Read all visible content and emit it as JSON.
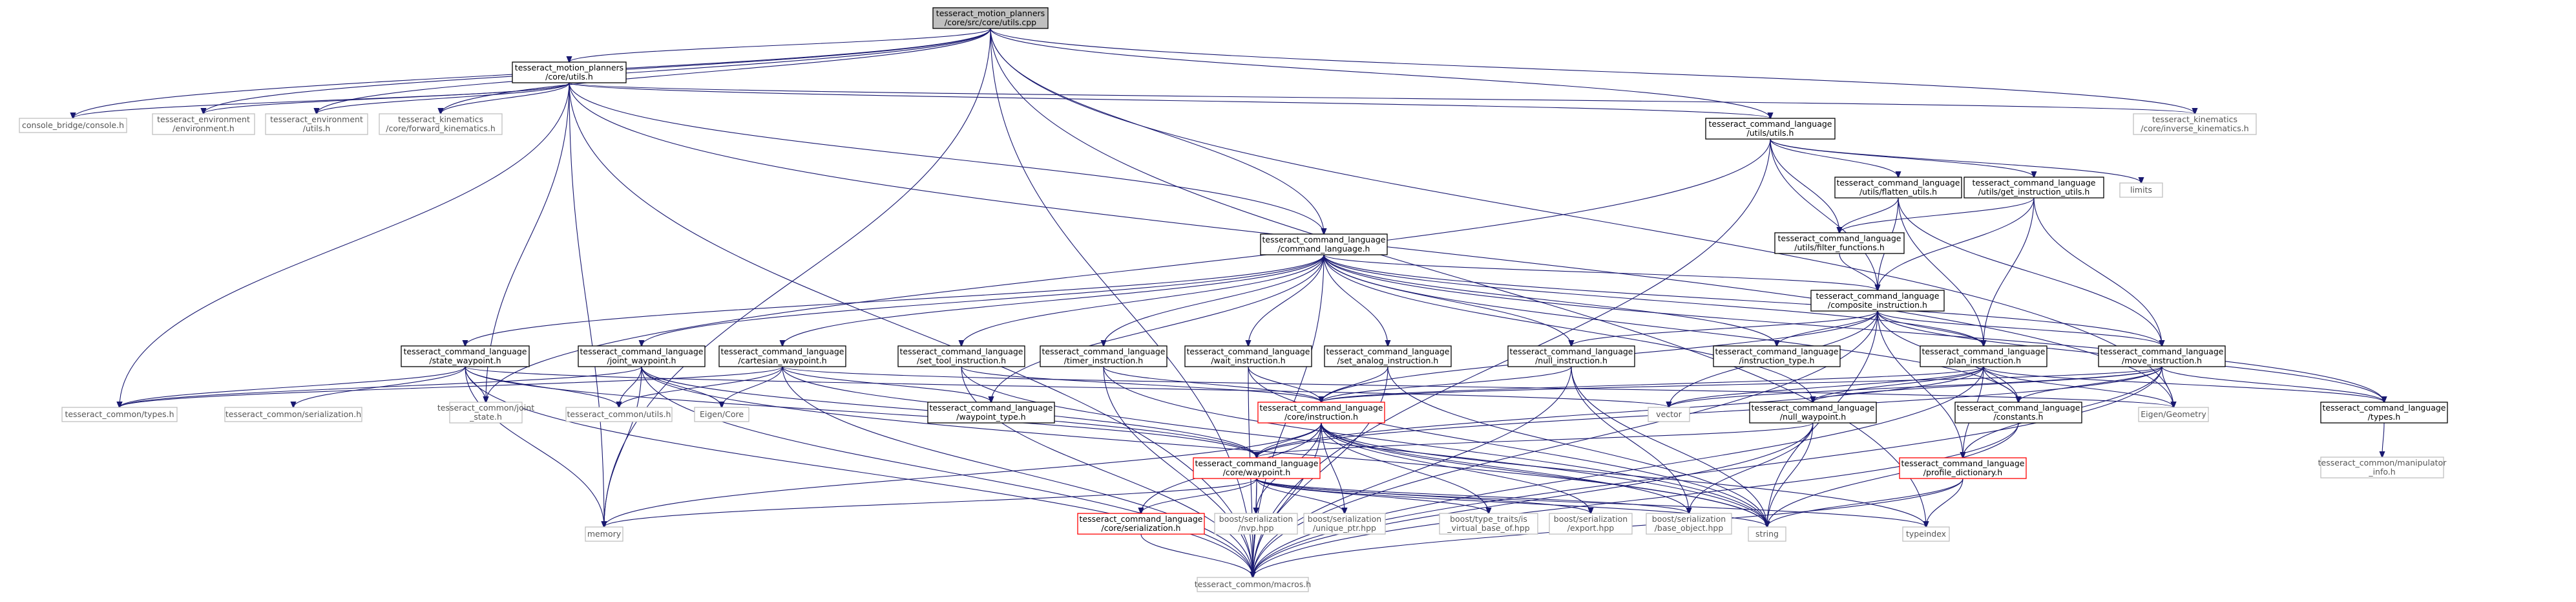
{
  "root": "tesseract_motion_planners/core/src/core/utils.cpp",
  "nodes": [
    {
      "id": "root",
      "lines": [
        "tesseract_motion_planners",
        "/core/src/core/utils.cpp"
      ],
      "kind": "root"
    },
    {
      "id": "core_utils",
      "lines": [
        "tesseract_motion_planners",
        "/core/utils.h"
      ],
      "kind": "doc"
    },
    {
      "id": "console_bridge",
      "lines": [
        "console_bridge/console.h"
      ],
      "kind": "ext"
    },
    {
      "id": "env_environment",
      "lines": [
        "tesseract_environment",
        "/environment.h"
      ],
      "kind": "ext"
    },
    {
      "id": "env_utils",
      "lines": [
        "tesseract_environment",
        "/utils.h"
      ],
      "kind": "ext"
    },
    {
      "id": "kin_fwd",
      "lines": [
        "tesseract_kinematics",
        "/core/forward_kinematics.h"
      ],
      "kind": "ext"
    },
    {
      "id": "kin_inv",
      "lines": [
        "tesseract_kinematics",
        "/core/inverse_kinematics.h"
      ],
      "kind": "ext"
    },
    {
      "id": "cl_utils",
      "lines": [
        "tesseract_command_language",
        "/utils/utils.h"
      ],
      "kind": "doc"
    },
    {
      "id": "limits",
      "lines": [
        "limits"
      ],
      "kind": "ext"
    },
    {
      "id": "flatten_utils",
      "lines": [
        "tesseract_command_language",
        "/utils/flatten_utils.h"
      ],
      "kind": "doc"
    },
    {
      "id": "get_instr_utils",
      "lines": [
        "tesseract_command_language",
        "/utils/get_instruction_utils.h"
      ],
      "kind": "doc"
    },
    {
      "id": "filter_functions",
      "lines": [
        "tesseract_command_language",
        "/utils/filter_functions.h"
      ],
      "kind": "doc"
    },
    {
      "id": "command_language",
      "lines": [
        "tesseract_command_language",
        "/command_language.h"
      ],
      "kind": "doc"
    },
    {
      "id": "composite_instruction",
      "lines": [
        "tesseract_command_language",
        "/composite_instruction.h"
      ],
      "kind": "doc"
    },
    {
      "id": "state_waypoint",
      "lines": [
        "tesseract_command_language",
        "/state_waypoint.h"
      ],
      "kind": "doc"
    },
    {
      "id": "joint_waypoint",
      "lines": [
        "tesseract_command_language",
        "/joint_waypoint.h"
      ],
      "kind": "doc"
    },
    {
      "id": "cartesian_waypoint",
      "lines": [
        "tesseract_command_language",
        "/cartesian_waypoint.h"
      ],
      "kind": "doc"
    },
    {
      "id": "set_tool_instruction",
      "lines": [
        "tesseract_command_language",
        "/set_tool_instruction.h"
      ],
      "kind": "doc"
    },
    {
      "id": "timer_instruction",
      "lines": [
        "tesseract_command_language",
        "/timer_instruction.h"
      ],
      "kind": "doc"
    },
    {
      "id": "wait_instruction",
      "lines": [
        "tesseract_command_language",
        "/wait_instruction.h"
      ],
      "kind": "doc"
    },
    {
      "id": "set_analog_instruction",
      "lines": [
        "tesseract_command_language",
        "/set_analog_instruction.h"
      ],
      "kind": "doc"
    },
    {
      "id": "null_instruction",
      "lines": [
        "tesseract_command_language",
        "/null_instruction.h"
      ],
      "kind": "doc"
    },
    {
      "id": "instruction_type",
      "lines": [
        "tesseract_command_language",
        "/instruction_type.h"
      ],
      "kind": "doc"
    },
    {
      "id": "plan_instruction",
      "lines": [
        "tesseract_command_language",
        "/plan_instruction.h"
      ],
      "kind": "doc"
    },
    {
      "id": "move_instruction",
      "lines": [
        "tesseract_command_language",
        "/move_instruction.h"
      ],
      "kind": "doc"
    },
    {
      "id": "common_types",
      "lines": [
        "tesseract_common/types.h"
      ],
      "kind": "ext"
    },
    {
      "id": "common_serialization",
      "lines": [
        "tesseract_common/serialization.h"
      ],
      "kind": "ext"
    },
    {
      "id": "joint_state",
      "lines": [
        "tesseract_common/joint",
        "_state.h"
      ],
      "kind": "ext"
    },
    {
      "id": "common_utils",
      "lines": [
        "tesseract_common/utils.h"
      ],
      "kind": "ext"
    },
    {
      "id": "eigen_core",
      "lines": [
        "Eigen/Core"
      ],
      "kind": "ext"
    },
    {
      "id": "waypoint_type",
      "lines": [
        "tesseract_command_language",
        "/waypoint_type.h"
      ],
      "kind": "doc"
    },
    {
      "id": "core_instruction",
      "lines": [
        "tesseract_command_language",
        "/core/instruction.h"
      ],
      "kind": "red"
    },
    {
      "id": "vector",
      "lines": [
        "vector"
      ],
      "kind": "ext"
    },
    {
      "id": "null_waypoint",
      "lines": [
        "tesseract_command_language",
        "/null_waypoint.h"
      ],
      "kind": "doc"
    },
    {
      "id": "constants",
      "lines": [
        "tesseract_command_language",
        "/constants.h"
      ],
      "kind": "doc"
    },
    {
      "id": "eigen_geometry",
      "lines": [
        "Eigen/Geometry"
      ],
      "kind": "ext"
    },
    {
      "id": "cl_types",
      "lines": [
        "tesseract_command_language",
        "/types.h"
      ],
      "kind": "doc"
    },
    {
      "id": "manipulator_info",
      "lines": [
        "tesseract_common/manipulator",
        "_info.h"
      ],
      "kind": "ext"
    },
    {
      "id": "core_waypoint",
      "lines": [
        "tesseract_command_language",
        "/core/waypoint.h"
      ],
      "kind": "red"
    },
    {
      "id": "profile_dictionary",
      "lines": [
        "tesseract_command_language",
        "/profile_dictionary.h"
      ],
      "kind": "red"
    },
    {
      "id": "memory",
      "lines": [
        "memory"
      ],
      "kind": "ext"
    },
    {
      "id": "core_serialization",
      "lines": [
        "tesseract_command_language",
        "/core/serialization.h"
      ],
      "kind": "red"
    },
    {
      "id": "boost_nvp",
      "lines": [
        "boost/serialization",
        "/nvp.hpp"
      ],
      "kind": "ext"
    },
    {
      "id": "boost_unique_ptr",
      "lines": [
        "boost/serialization",
        "/unique_ptr.hpp"
      ],
      "kind": "ext"
    },
    {
      "id": "boost_type_traits",
      "lines": [
        "boost/type_traits/is",
        "_virtual_base_of.hpp"
      ],
      "kind": "ext"
    },
    {
      "id": "boost_export",
      "lines": [
        "boost/serialization",
        "/export.hpp"
      ],
      "kind": "ext"
    },
    {
      "id": "boost_base_object",
      "lines": [
        "boost/serialization",
        "/base_object.hpp"
      ],
      "kind": "ext"
    },
    {
      "id": "string",
      "lines": [
        "string"
      ],
      "kind": "ext"
    },
    {
      "id": "typeindex",
      "lines": [
        "typeindex"
      ],
      "kind": "ext"
    },
    {
      "id": "macros",
      "lines": [
        "tesseract_common/macros.h"
      ],
      "kind": "ext"
    }
  ],
  "edges": [
    [
      "root",
      "core_utils"
    ],
    [
      "root",
      "console_bridge"
    ],
    [
      "root",
      "env_environment"
    ],
    [
      "root",
      "env_utils"
    ],
    [
      "root",
      "kin_fwd"
    ],
    [
      "root",
      "kin_inv"
    ],
    [
      "root",
      "cl_utils"
    ],
    [
      "root",
      "command_language"
    ],
    [
      "root",
      "eigen_geometry"
    ],
    [
      "root",
      "typeindex"
    ],
    [
      "root",
      "memory"
    ],
    [
      "root",
      "macros"
    ],
    [
      "core_utils",
      "console_bridge"
    ],
    [
      "core_utils",
      "env_environment"
    ],
    [
      "core_utils",
      "env_utils"
    ],
    [
      "core_utils",
      "kin_fwd"
    ],
    [
      "core_utils",
      "kin_inv"
    ],
    [
      "core_utils",
      "cl_utils"
    ],
    [
      "core_utils",
      "command_language"
    ],
    [
      "core_utils",
      "common_types"
    ],
    [
      "core_utils",
      "memory"
    ],
    [
      "core_utils",
      "joint_state"
    ],
    [
      "core_utils",
      "eigen_geometry"
    ],
    [
      "core_utils",
      "macros"
    ],
    [
      "cl_utils",
      "limits"
    ],
    [
      "cl_utils",
      "flatten_utils"
    ],
    [
      "cl_utils",
      "get_instr_utils"
    ],
    [
      "cl_utils",
      "filter_functions"
    ],
    [
      "cl_utils",
      "composite_instruction"
    ],
    [
      "cl_utils",
      "joint_state"
    ],
    [
      "cl_utils",
      "macros"
    ],
    [
      "flatten_utils",
      "filter_functions"
    ],
    [
      "flatten_utils",
      "composite_instruction"
    ],
    [
      "flatten_utils",
      "plan_instruction"
    ],
    [
      "flatten_utils",
      "move_instruction"
    ],
    [
      "get_instr_utils",
      "filter_functions"
    ],
    [
      "get_instr_utils",
      "composite_instruction"
    ],
    [
      "get_instr_utils",
      "plan_instruction"
    ],
    [
      "get_instr_utils",
      "move_instruction"
    ],
    [
      "filter_functions",
      "composite_instruction"
    ],
    [
      "command_language",
      "composite_instruction"
    ],
    [
      "command_language",
      "state_waypoint"
    ],
    [
      "command_language",
      "joint_waypoint"
    ],
    [
      "command_language",
      "cartesian_waypoint"
    ],
    [
      "command_language",
      "set_tool_instruction"
    ],
    [
      "command_language",
      "timer_instruction"
    ],
    [
      "command_language",
      "wait_instruction"
    ],
    [
      "command_language",
      "set_analog_instruction"
    ],
    [
      "command_language",
      "null_instruction"
    ],
    [
      "command_language",
      "instruction_type"
    ],
    [
      "command_language",
      "plan_instruction"
    ],
    [
      "command_language",
      "move_instruction"
    ],
    [
      "command_language",
      "waypoint_type"
    ],
    [
      "command_language",
      "null_waypoint"
    ],
    [
      "command_language",
      "constants"
    ],
    [
      "command_language",
      "cl_types"
    ],
    [
      "command_language",
      "macros"
    ],
    [
      "composite_instruction",
      "core_instruction"
    ],
    [
      "composite_instruction",
      "instruction_type"
    ],
    [
      "composite_instruction",
      "plan_instruction"
    ],
    [
      "composite_instruction",
      "move_instruction"
    ],
    [
      "composite_instruction",
      "null_instruction"
    ],
    [
      "composite_instruction",
      "vector"
    ],
    [
      "composite_instruction",
      "string"
    ],
    [
      "composite_instruction",
      "constants"
    ],
    [
      "composite_instruction",
      "profile_dictionary"
    ],
    [
      "composite_instruction",
      "cl_types"
    ],
    [
      "composite_instruction",
      "macros"
    ],
    [
      "state_waypoint",
      "common_types"
    ],
    [
      "state_waypoint",
      "common_serialization"
    ],
    [
      "state_waypoint",
      "joint_state"
    ],
    [
      "state_waypoint",
      "common_utils"
    ],
    [
      "state_waypoint",
      "core_waypoint"
    ],
    [
      "state_waypoint",
      "memory"
    ],
    [
      "state_waypoint",
      "macros"
    ],
    [
      "state_waypoint",
      "vector"
    ],
    [
      "joint_waypoint",
      "common_types"
    ],
    [
      "joint_waypoint",
      "common_utils"
    ],
    [
      "joint_waypoint",
      "eigen_core"
    ],
    [
      "joint_waypoint",
      "core_waypoint"
    ],
    [
      "joint_waypoint",
      "memory"
    ],
    [
      "joint_waypoint",
      "macros"
    ],
    [
      "joint_waypoint",
      "string"
    ],
    [
      "cartesian_waypoint",
      "common_types"
    ],
    [
      "cartesian_waypoint",
      "common_utils"
    ],
    [
      "cartesian_waypoint",
      "eigen_core"
    ],
    [
      "cartesian_waypoint",
      "waypoint_type"
    ],
    [
      "cartesian_waypoint",
      "core_waypoint"
    ],
    [
      "cartesian_waypoint",
      "eigen_geometry"
    ],
    [
      "cartesian_waypoint",
      "macros"
    ],
    [
      "set_tool_instruction",
      "core_instruction"
    ],
    [
      "set_tool_instruction",
      "macros"
    ],
    [
      "set_tool_instruction",
      "string"
    ],
    [
      "timer_instruction",
      "core_instruction"
    ],
    [
      "timer_instruction",
      "macros"
    ],
    [
      "timer_instruction",
      "string"
    ],
    [
      "wait_instruction",
      "core_instruction"
    ],
    [
      "wait_instruction",
      "macros"
    ],
    [
      "wait_instruction",
      "string"
    ],
    [
      "set_analog_instruction",
      "core_instruction"
    ],
    [
      "set_analog_instruction",
      "macros"
    ],
    [
      "set_analog_instruction",
      "string"
    ],
    [
      "null_instruction",
      "core_instruction"
    ],
    [
      "null_instruction",
      "macros"
    ],
    [
      "null_instruction",
      "string"
    ],
    [
      "null_instruction",
      "boost_base_object"
    ],
    [
      "plan_instruction",
      "core_instruction"
    ],
    [
      "plan_instruction",
      "core_waypoint"
    ],
    [
      "plan_instruction",
      "null_waypoint"
    ],
    [
      "plan_instruction",
      "constants"
    ],
    [
      "plan_instruction",
      "cl_types"
    ],
    [
      "plan_instruction",
      "profile_dictionary"
    ],
    [
      "plan_instruction",
      "vector"
    ],
    [
      "plan_instruction",
      "eigen_geometry"
    ],
    [
      "plan_instruction",
      "macros"
    ],
    [
      "move_instruction",
      "core_instruction"
    ],
    [
      "move_instruction",
      "core_waypoint"
    ],
    [
      "move_instruction",
      "null_waypoint"
    ],
    [
      "move_instruction",
      "constants"
    ],
    [
      "move_instruction",
      "cl_types"
    ],
    [
      "move_instruction",
      "profile_dictionary"
    ],
    [
      "move_instruction",
      "vector"
    ],
    [
      "move_instruction",
      "eigen_geometry"
    ],
    [
      "move_instruction",
      "macros"
    ],
    [
      "core_instruction",
      "core_waypoint"
    ],
    [
      "core_instruction",
      "core_serialization"
    ],
    [
      "core_instruction",
      "boost_nvp"
    ],
    [
      "core_instruction",
      "boost_unique_ptr"
    ],
    [
      "core_instruction",
      "boost_type_traits"
    ],
    [
      "core_instruction",
      "boost_export"
    ],
    [
      "core_instruction",
      "boost_base_object"
    ],
    [
      "core_instruction",
      "string"
    ],
    [
      "core_instruction",
      "typeindex"
    ],
    [
      "core_instruction",
      "memory"
    ],
    [
      "core_instruction",
      "macros"
    ],
    [
      "core_waypoint",
      "core_serialization"
    ],
    [
      "core_waypoint",
      "boost_nvp"
    ],
    [
      "core_waypoint",
      "boost_unique_ptr"
    ],
    [
      "core_waypoint",
      "boost_type_traits"
    ],
    [
      "core_waypoint",
      "boost_export"
    ],
    [
      "core_waypoint",
      "boost_base_object"
    ],
    [
      "core_waypoint",
      "string"
    ],
    [
      "core_waypoint",
      "typeindex"
    ],
    [
      "core_waypoint",
      "memory"
    ],
    [
      "core_waypoint",
      "macros"
    ],
    [
      "core_serialization",
      "macros"
    ],
    [
      "null_waypoint",
      "core_waypoint"
    ],
    [
      "null_waypoint",
      "boost_base_object"
    ],
    [
      "null_waypoint",
      "string"
    ],
    [
      "null_waypoint",
      "macros"
    ],
    [
      "constants",
      "string"
    ],
    [
      "constants",
      "macros"
    ],
    [
      "profile_dictionary",
      "typeindex"
    ],
    [
      "profile_dictionary",
      "string"
    ],
    [
      "profile_dictionary",
      "macros"
    ],
    [
      "cl_types",
      "manipulator_info"
    ]
  ]
}
